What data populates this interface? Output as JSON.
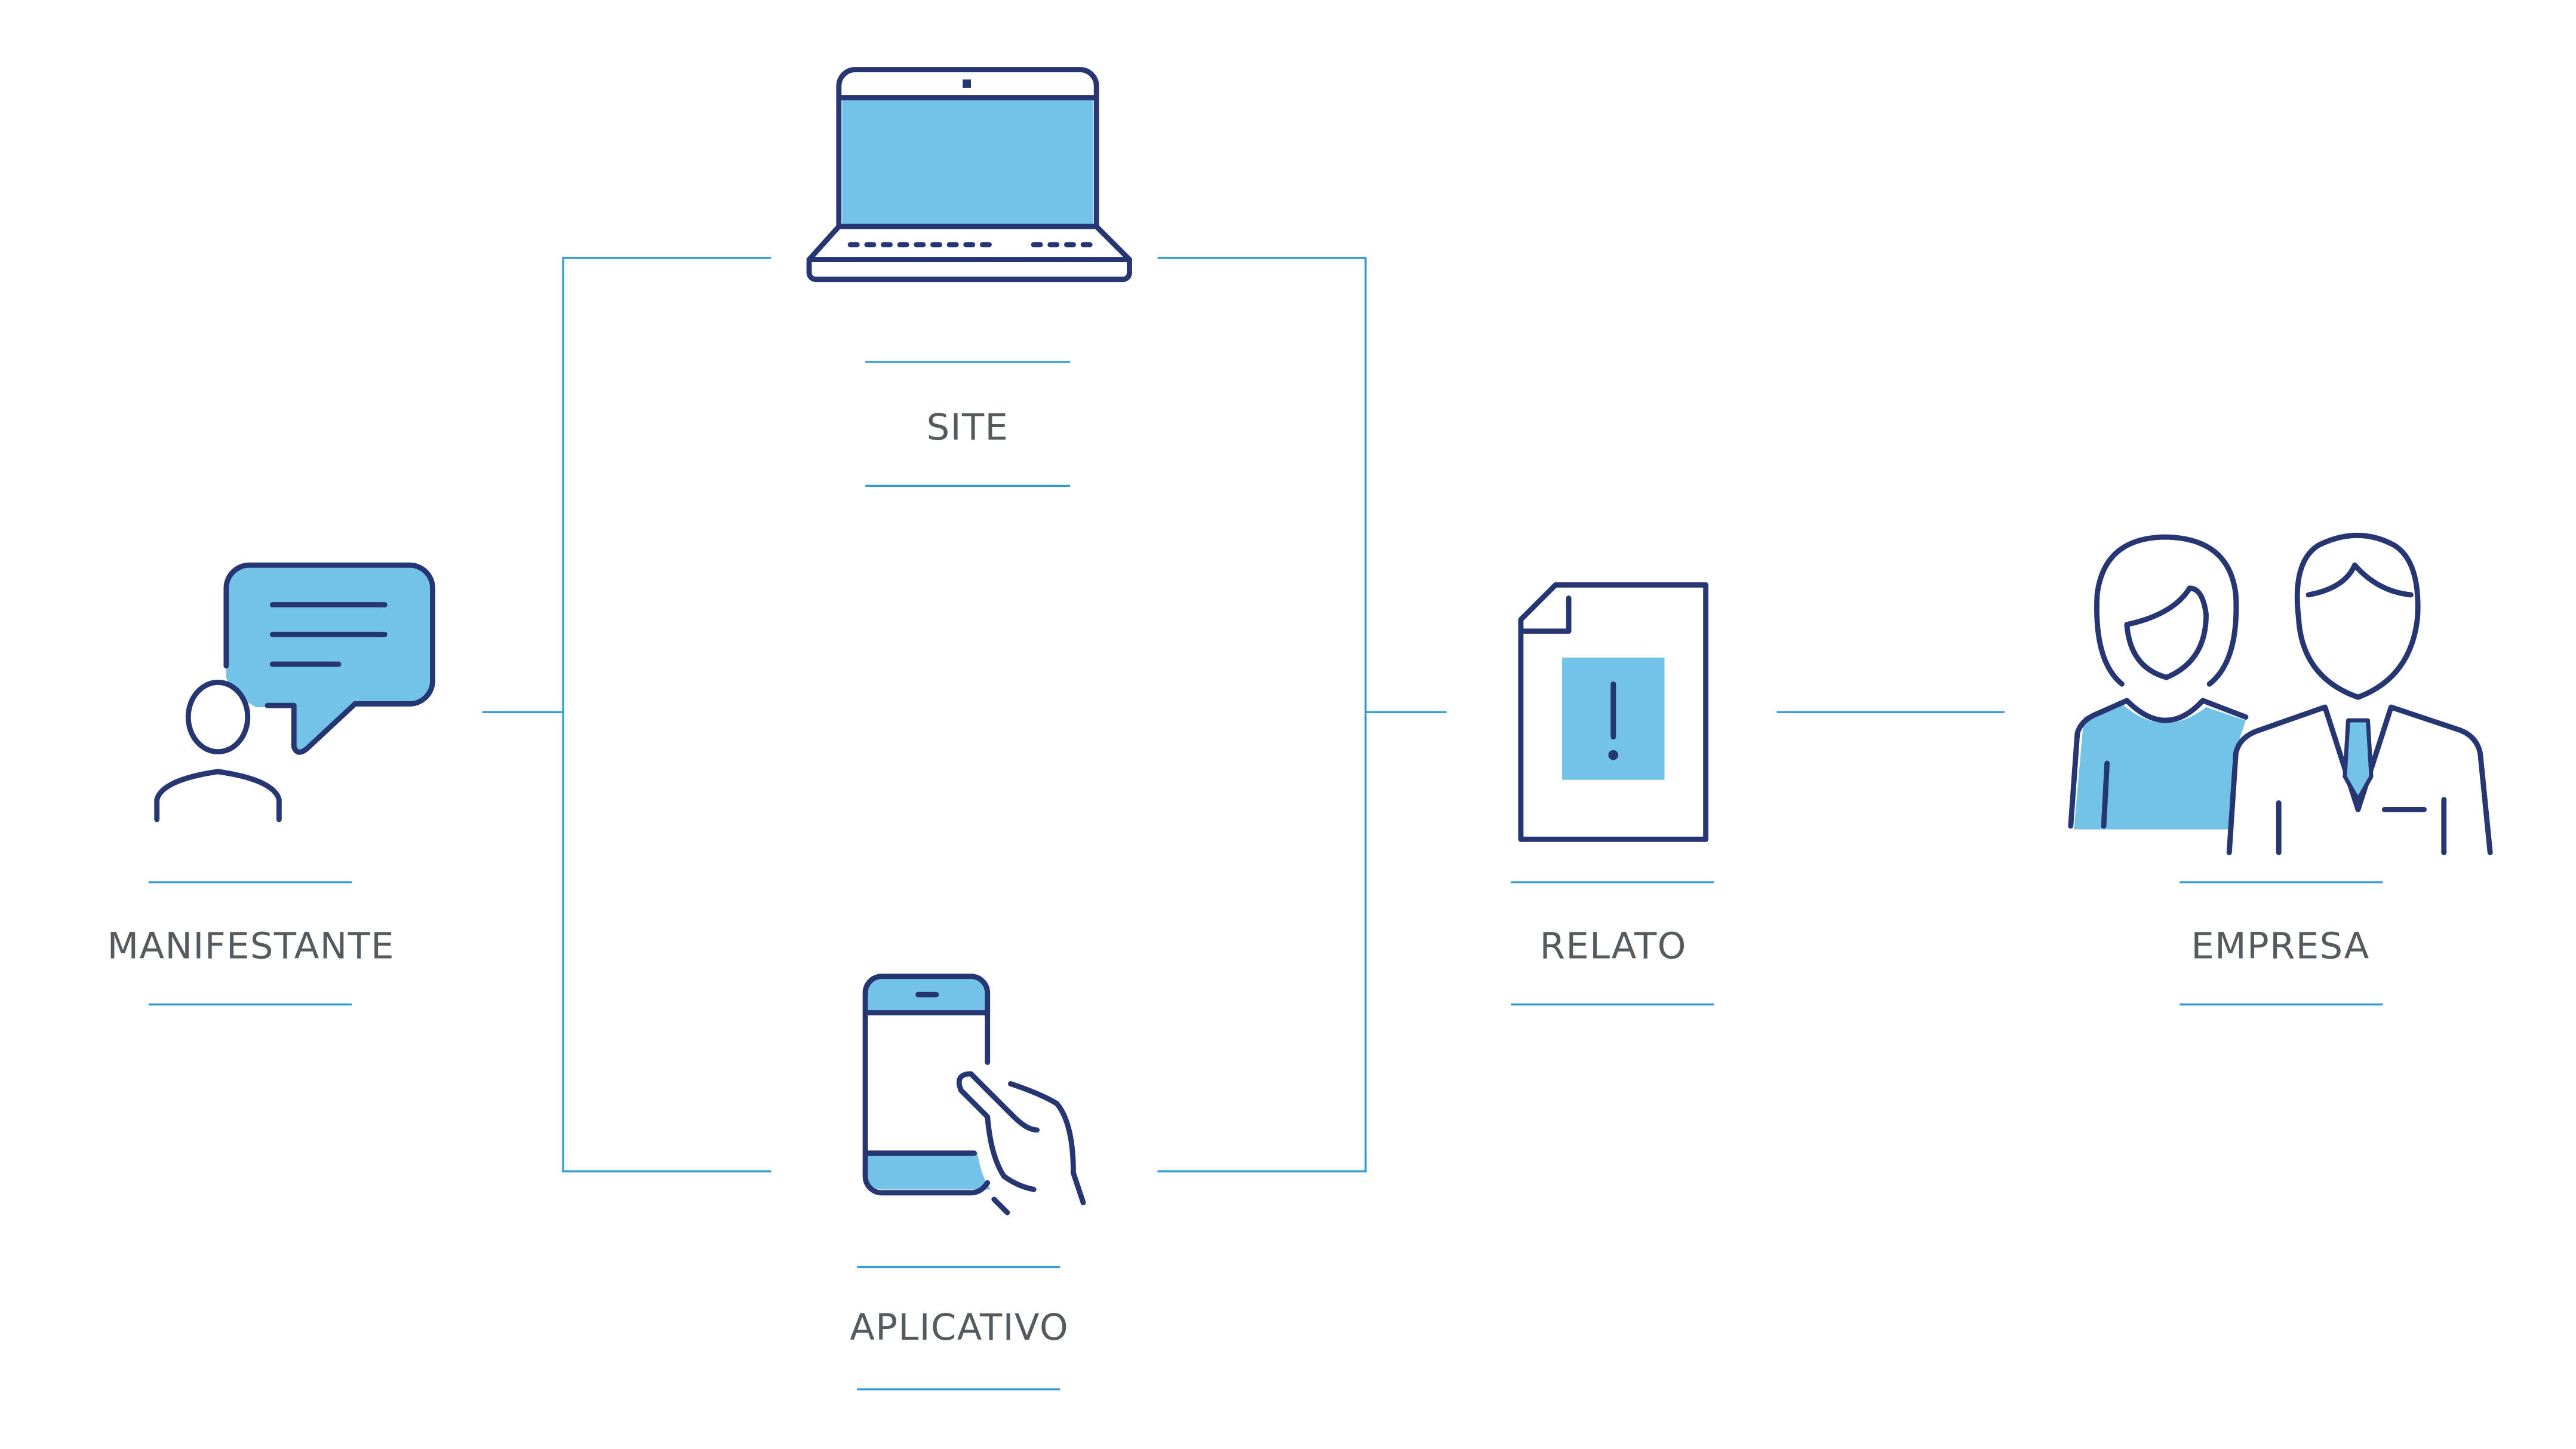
{
  "diagram": {
    "nodes": {
      "manifestante": {
        "label": "MANIFESTANTE",
        "icon": "person-speech-bubble-icon"
      },
      "site": {
        "label": "SITE",
        "icon": "laptop-icon"
      },
      "aplicativo": {
        "label": "APLICATIVO",
        "icon": "smartphone-hand-icon"
      },
      "relato": {
        "label": "RELATO",
        "icon": "document-alert-icon"
      },
      "empresa": {
        "label": "EMPRESA",
        "icon": "people-icon"
      }
    },
    "colors": {
      "navy": "#263672",
      "light_blue": "#73c2e7",
      "connector": "#2f9bd7",
      "label": "#555a5e"
    }
  }
}
